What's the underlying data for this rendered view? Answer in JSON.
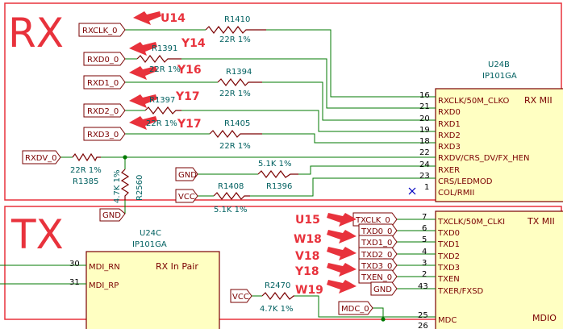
{
  "regions": {
    "rx": "RX",
    "tx": "TX"
  },
  "chips": {
    "u24b": {
      "ref": "U24B",
      "part": "IP101GA",
      "section_rx": "RX MII",
      "section_tx": "TX MII",
      "section_mdio": "MDIO"
    },
    "u24c": {
      "ref": "U24C",
      "part": "IP101GA",
      "section": "RX In Pair"
    }
  },
  "nets": [
    "RXCLK_0",
    "RXD0_0",
    "RXD1_0",
    "RXD2_0",
    "RXD3_0",
    "RXDV_0",
    "GND",
    "VCC",
    "TXCLK_0",
    "TXD0_0",
    "TXD1_0",
    "TXD2_0",
    "TXD3_0",
    "TXEN_0",
    "MDC_0"
  ],
  "resistors": [
    {
      "ref": "R1410",
      "value": "22R 1%"
    },
    {
      "ref": "R1391",
      "value": "22R 1%"
    },
    {
      "ref": "R1394",
      "value": "22R 1%"
    },
    {
      "ref": "R1397",
      "value": "22R 1%"
    },
    {
      "ref": "R1405",
      "value": "22R 1%"
    },
    {
      "ref": "R1385",
      "value": "22R 1%"
    },
    {
      "ref": "R1396",
      "value": "5.1K 1%"
    },
    {
      "ref": "R1408",
      "value": "5.1K 1%"
    },
    {
      "ref": "R2560",
      "value": "4.7K 1%"
    },
    {
      "ref": "R2470",
      "value": "4.7K 1%"
    }
  ],
  "pins": {
    "rx": [
      {
        "num": "16",
        "name": "RXCLK/50M_CLKO"
      },
      {
        "num": "21",
        "name": "RXD0"
      },
      {
        "num": "20",
        "name": "RXD1"
      },
      {
        "num": "19",
        "name": "RXD2"
      },
      {
        "num": "18",
        "name": "RXD3"
      },
      {
        "num": "22",
        "name": "RXDV/CRS_DV/FX_HEN"
      },
      {
        "num": "24",
        "name": "RXER"
      },
      {
        "num": "23",
        "name": "CRS/LEDMOD"
      },
      {
        "num": "1",
        "name": "COL/RMII"
      }
    ],
    "tx": [
      {
        "num": "7",
        "name": "TXCLK/50M_CLKI"
      },
      {
        "num": "6",
        "name": "TXD0"
      },
      {
        "num": "5",
        "name": "TXD1"
      },
      {
        "num": "4",
        "name": "TXD2"
      },
      {
        "num": "3",
        "name": "TXD3"
      },
      {
        "num": "2",
        "name": "TXEN"
      },
      {
        "num": "43",
        "name": "TXER/FXSD"
      }
    ],
    "mdio": [
      {
        "num": "25",
        "name": "MDC"
      },
      {
        "num": "26",
        "name": ""
      }
    ],
    "mdi": [
      {
        "num": "30",
        "name": "MDI_RN"
      },
      {
        "num": "31",
        "name": "MDI_RP"
      }
    ]
  },
  "annotations": [
    "U14",
    "Y14",
    "Y16",
    "Y17",
    "Y17",
    "U15",
    "W18",
    "V18",
    "Y18",
    "W19"
  ],
  "colors": {
    "frame": "#e8323c",
    "wire": "#007a00",
    "chip_fill": "#ffffc2",
    "annotation": "#e8323c"
  }
}
